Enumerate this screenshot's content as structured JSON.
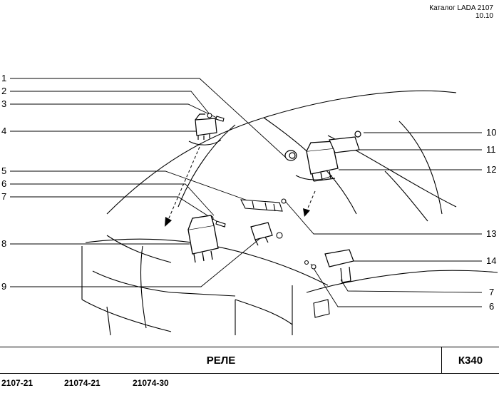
{
  "header": {
    "catalog": "Каталог LADA 2107",
    "revision": "10.10"
  },
  "callouts": [
    {
      "n": "1"
    },
    {
      "n": "2"
    },
    {
      "n": "3"
    },
    {
      "n": "4"
    },
    {
      "n": "5"
    },
    {
      "n": "6"
    },
    {
      "n": "7"
    },
    {
      "n": "8"
    },
    {
      "n": "9"
    },
    {
      "n": "10"
    },
    {
      "n": "11"
    },
    {
      "n": "12"
    },
    {
      "n": "13"
    },
    {
      "n": "14"
    },
    {
      "n": "7"
    },
    {
      "n": "6"
    }
  ],
  "footer": {
    "title": "РЕЛЕ",
    "code": "К340"
  },
  "models": [
    "2107-21",
    "21074-21",
    "21074-30"
  ]
}
